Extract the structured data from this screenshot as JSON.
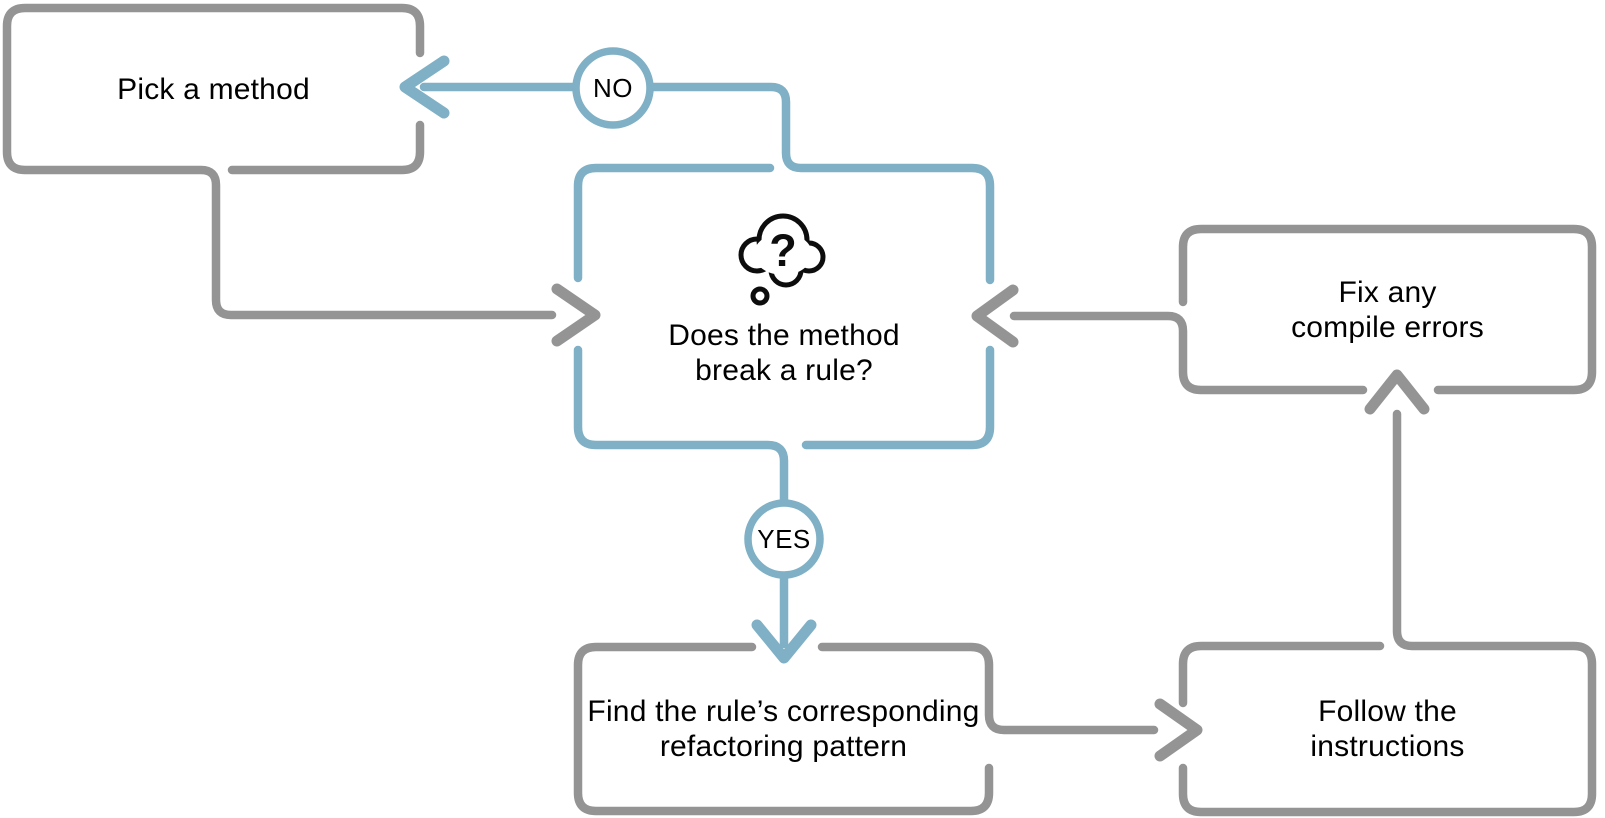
{
  "flowchart": {
    "nodes": {
      "pick_method": {
        "label": "Pick a method"
      },
      "question": {
        "line1": "Does the method",
        "line2": "break a rule?"
      },
      "fix_errors": {
        "line1": "Fix any",
        "line2": "compile errors"
      },
      "find_pattern": {
        "line1": "Find the rule’s corresponding",
        "line2": "refactoring pattern"
      },
      "follow_instructions": {
        "line1": "Follow the",
        "line2": "instructions"
      }
    },
    "edges": [
      {
        "from": "question",
        "to": "pick_method",
        "label": "NO"
      },
      {
        "from": "pick_method",
        "to": "question",
        "label": ""
      },
      {
        "from": "question",
        "to": "find_pattern",
        "label": "YES"
      },
      {
        "from": "find_pattern",
        "to": "follow_instructions",
        "label": ""
      },
      {
        "from": "follow_instructions",
        "to": "fix_errors",
        "label": ""
      },
      {
        "from": "fix_errors",
        "to": "question",
        "label": ""
      }
    ],
    "icons": {
      "thought_bubble_question_mark": "?"
    },
    "colors": {
      "node_border_gray": "#949494",
      "decision_blue": "#7FB0C5",
      "icon_black": "#0d0d0d",
      "text": "#000000",
      "background": "#FFFFFF"
    }
  }
}
